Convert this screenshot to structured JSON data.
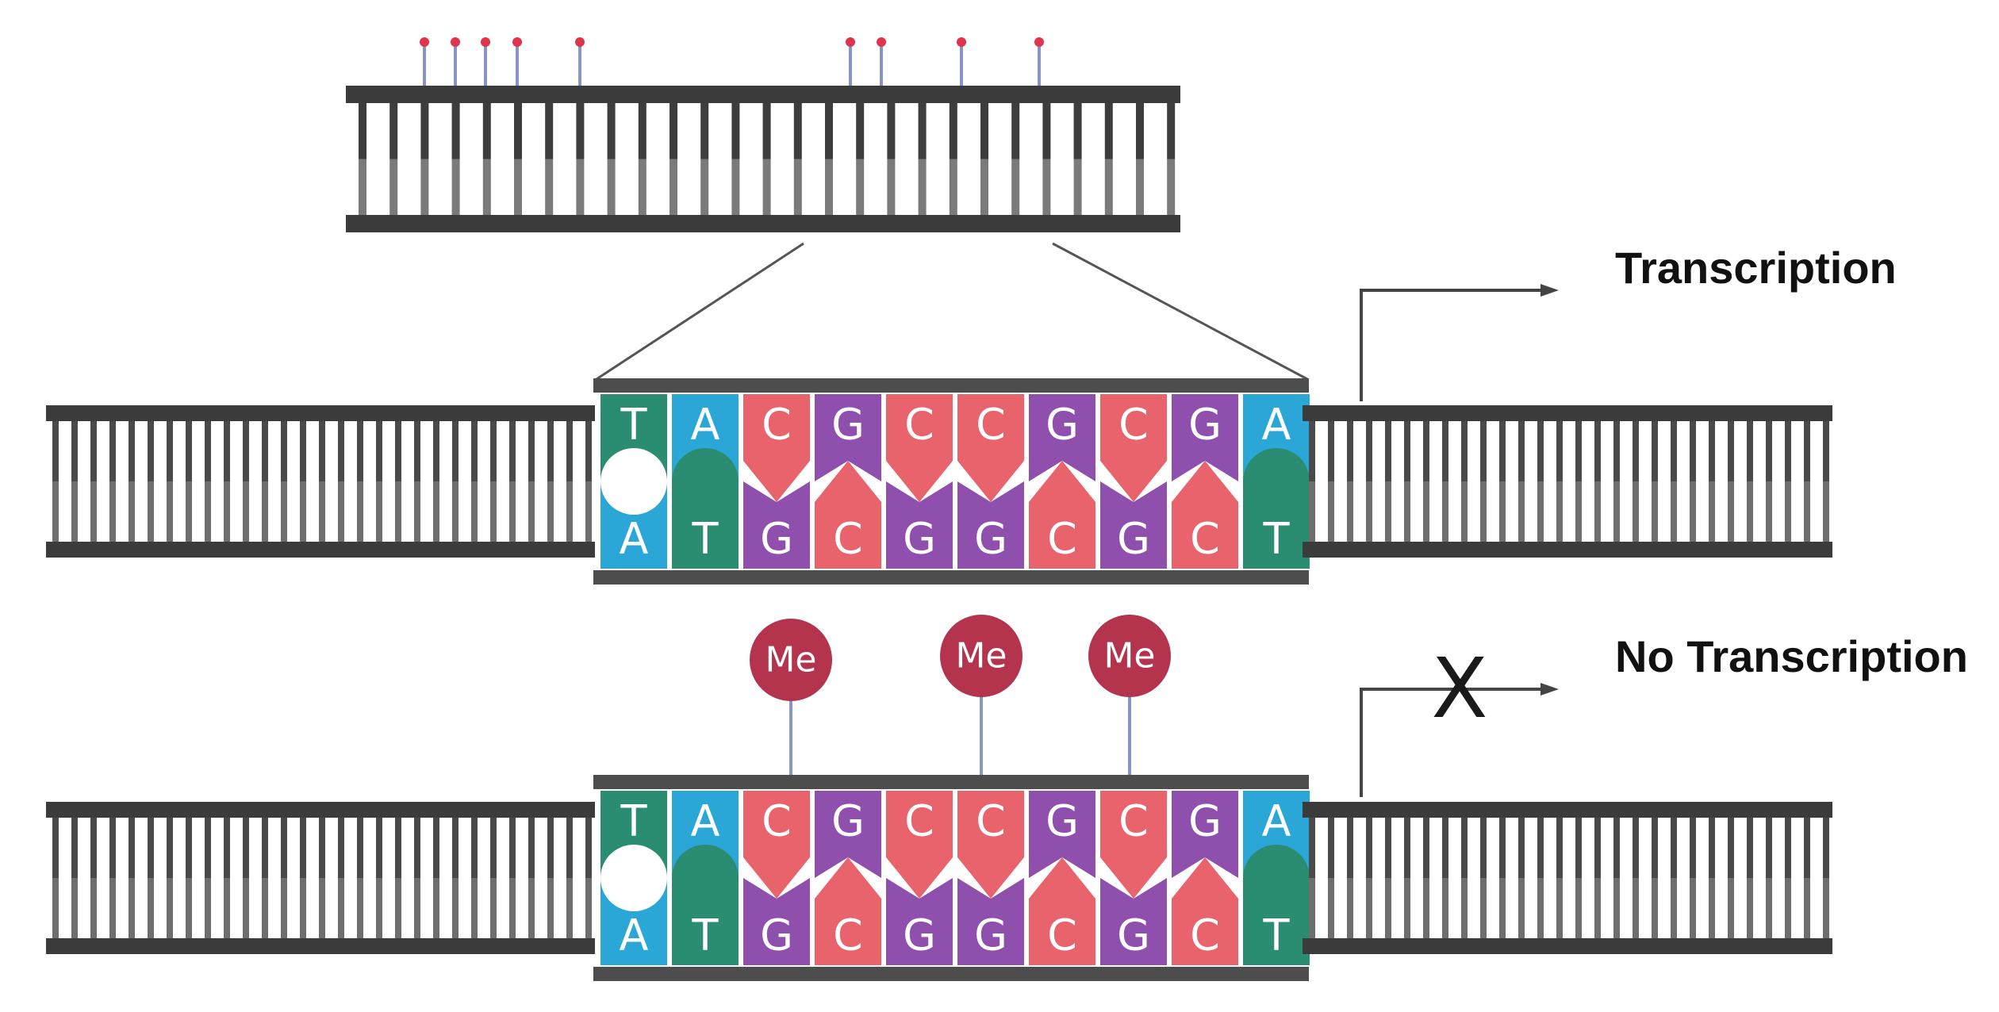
{
  "labels": {
    "transcription": "Transcription",
    "no_transcription": "No Transcription",
    "methyl_group": "Me",
    "blocked_mark": "X"
  },
  "colors": {
    "backbone": "#3b3b3b",
    "rung": "#555555",
    "T": "#2a8d71",
    "A": "#2aa7d6",
    "C": "#e8636b",
    "G": "#8f4fac",
    "methyl": "#b4334d",
    "methyl_stalk": "#8793c9",
    "methyl_dot": "#e0334c"
  },
  "top_strand_sequence": [
    "T",
    "A",
    "C",
    "G",
    "C",
    "C",
    "G",
    "C",
    "G",
    "A"
  ],
  "bottom_strand_sequence": [
    "A",
    "T",
    "G",
    "C",
    "G",
    "G",
    "C",
    "G",
    "C",
    "T"
  ],
  "methylated_positions": [
    2,
    5,
    7
  ],
  "overview_methyl_marks": 9
}
